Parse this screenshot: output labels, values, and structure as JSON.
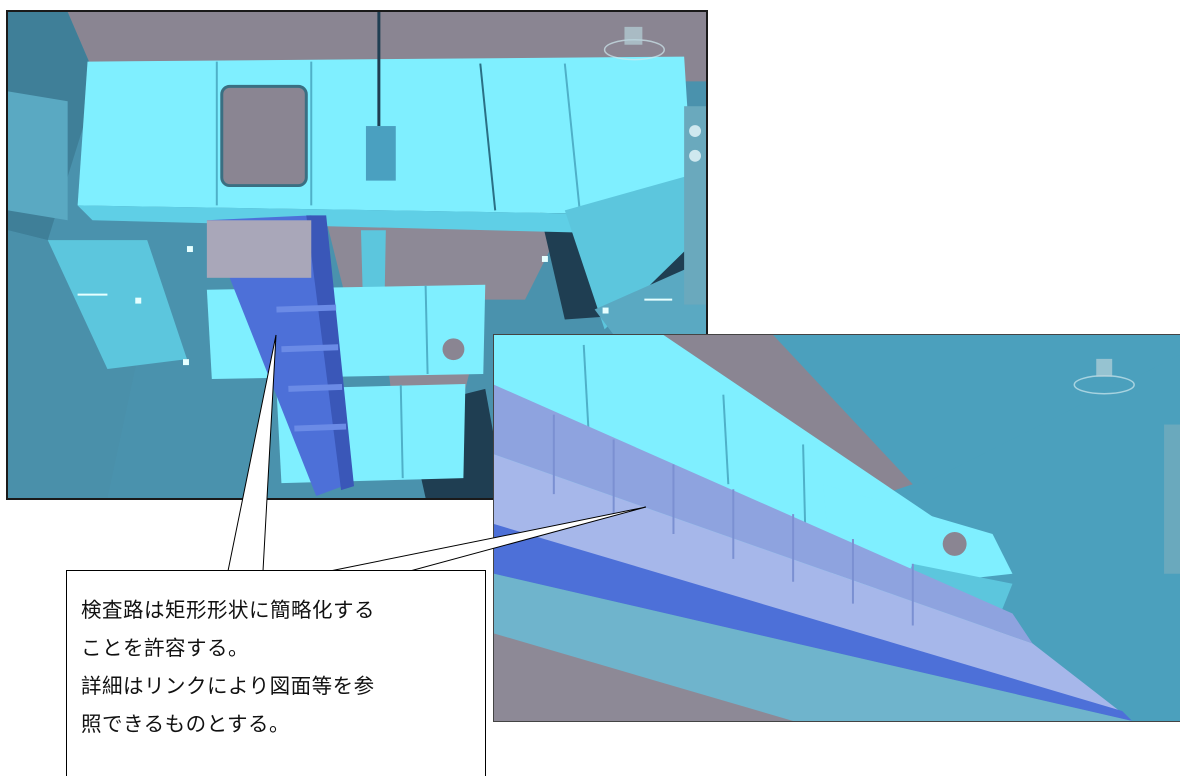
{
  "callout": {
    "lines": [
      "検査路は矩形形状に簡略化する",
      "ことを許容する。",
      "詳細はリンクにより図面等を参",
      "照できるものとする。"
    ]
  },
  "colors": {
    "girder": "#7fefff",
    "girder_shadow": "#5cc6dd",
    "deck": "#8a8592",
    "background": "#4a8fa8",
    "inspection_path": "#4d70d8",
    "dark": "#1f3e52"
  }
}
